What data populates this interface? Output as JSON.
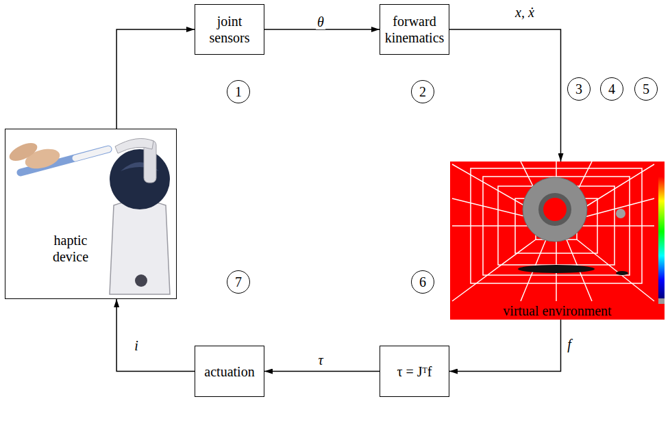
{
  "diagram": {
    "nodes": [
      {
        "text": [
          "joint sensors"
        ]
      },
      {
        "text": [
          "forward kinematics"
        ]
      },
      {
        "text": [
          "haptic device"
        ]
      },
      {
        "text": [
          "virtual environment"
        ]
      },
      {
        "text": [
          "actuation"
        ]
      },
      {
        "text": [
          "τ = Jᵀf"
        ]
      }
    ],
    "edges": [
      {
        "from": 2,
        "to": 0,
        "arrow": "to"
      },
      {
        "from": 0,
        "to": 1,
        "label": "θ",
        "arrow": "to"
      },
      {
        "from": 1,
        "to": 3,
        "label": "x, ẋ",
        "arrow": "to"
      },
      {
        "from": 3,
        "to": 5,
        "label": "f",
        "arrow": "to"
      },
      {
        "from": 5,
        "to": 4,
        "label": "τ",
        "arrow": "to"
      },
      {
        "from": 4,
        "to": 2,
        "label": "i",
        "arrow": "to"
      }
    ],
    "labels": [
      "1",
      "2",
      "3",
      "4",
      "5",
      "6",
      "7"
    ]
  }
}
